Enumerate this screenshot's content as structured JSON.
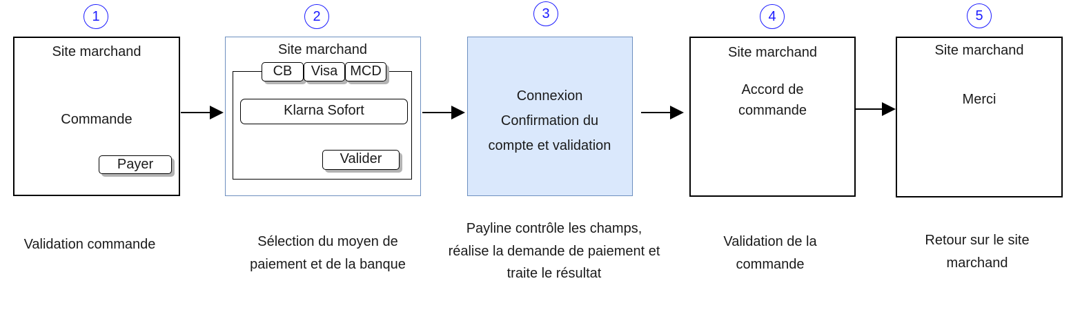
{
  "steps": [
    {
      "number": "1",
      "box_title": "Site marchand",
      "box_text": "Commande",
      "button": "Payer",
      "caption": "Validation commande"
    },
    {
      "number": "2",
      "box_title": "Site marchand",
      "tabs": [
        "CB",
        "Visa",
        "MCD"
      ],
      "option": "Klarna Sofort",
      "button": "Valider",
      "caption": "Sélection du moyen de paiement et de la banque"
    },
    {
      "number": "3",
      "box_lines": [
        "Connexion",
        "Confirmation du",
        "compte et validation"
      ],
      "caption": "Payline contrôle les champs, réalise la demande de paiement et traite le résultat"
    },
    {
      "number": "4",
      "box_title": "Site marchand",
      "box_text": "Accord de commande",
      "caption": "Validation de la commande"
    },
    {
      "number": "5",
      "box_title": "Site marchand",
      "box_text": "Merci",
      "caption": "Retour sur le site marchand"
    }
  ],
  "colors": {
    "number_circle": "#1a1aff",
    "step3_fill": "#dae8fc",
    "step3_border": "#6c8ebf"
  }
}
